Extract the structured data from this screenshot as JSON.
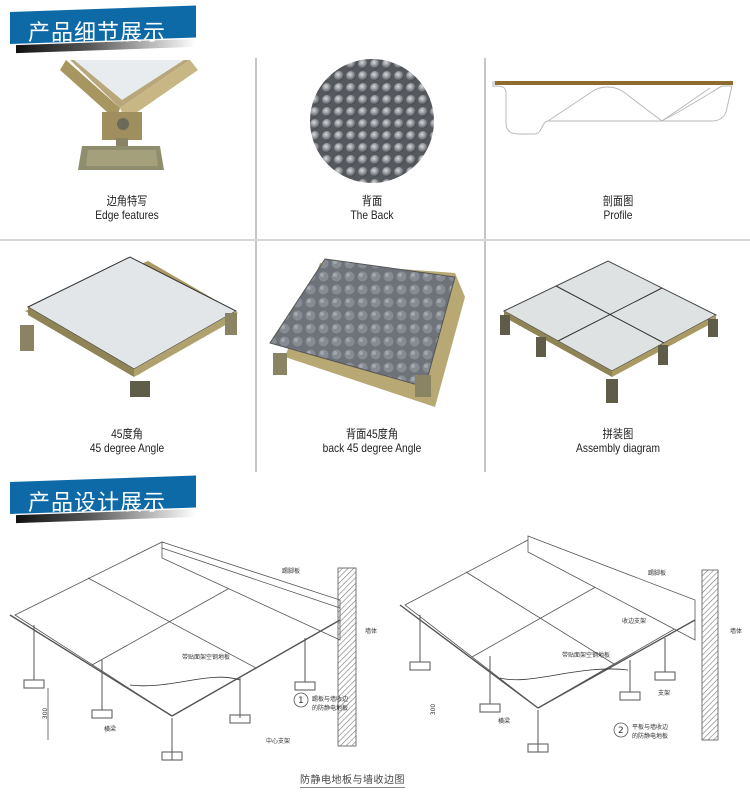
{
  "section1": {
    "title": "产品细节展示",
    "items": [
      {
        "cn": "边角特写",
        "en": "Edge features",
        "image": "raised-floor-corner-closeup"
      },
      {
        "cn": "背面",
        "en": "The Back",
        "image": "panel-back-dome-pattern"
      },
      {
        "cn": "剖面图",
        "en": "Profile",
        "image": "panel-cross-section-profile"
      },
      {
        "cn": "45度角",
        "en": "45 degree Angle",
        "image": "single-panel-45-degree"
      },
      {
        "cn": "背面45度角",
        "en": "back 45 degree Angle",
        "image": "panel-back-45-degree"
      },
      {
        "cn": "拼装图",
        "en": "Assembly diagram",
        "image": "four-panel-assembly"
      }
    ]
  },
  "section2": {
    "title": "产品设计展示",
    "diagram1": {
      "labels": [
        "踢脚板",
        "墙体",
        "带贴面架空钢地板",
        "横梁",
        "中心支架",
        "1",
        "踢板与墙收边的防静电地板"
      ],
      "dimension": "300"
    },
    "diagram2": {
      "labels": [
        "踢脚板",
        "墙体",
        "收边支架",
        "带贴面架空钢地板",
        "横梁",
        "支架",
        "2",
        "平板与墙收边的防静电地板"
      ],
      "dimension": "300"
    },
    "caption": "防静电地板与墙收边图"
  },
  "colors": {
    "banner_blue": "#0e69a7",
    "divider_gray": "#c6c6c6",
    "profile_edge": "#8e6b2e"
  }
}
